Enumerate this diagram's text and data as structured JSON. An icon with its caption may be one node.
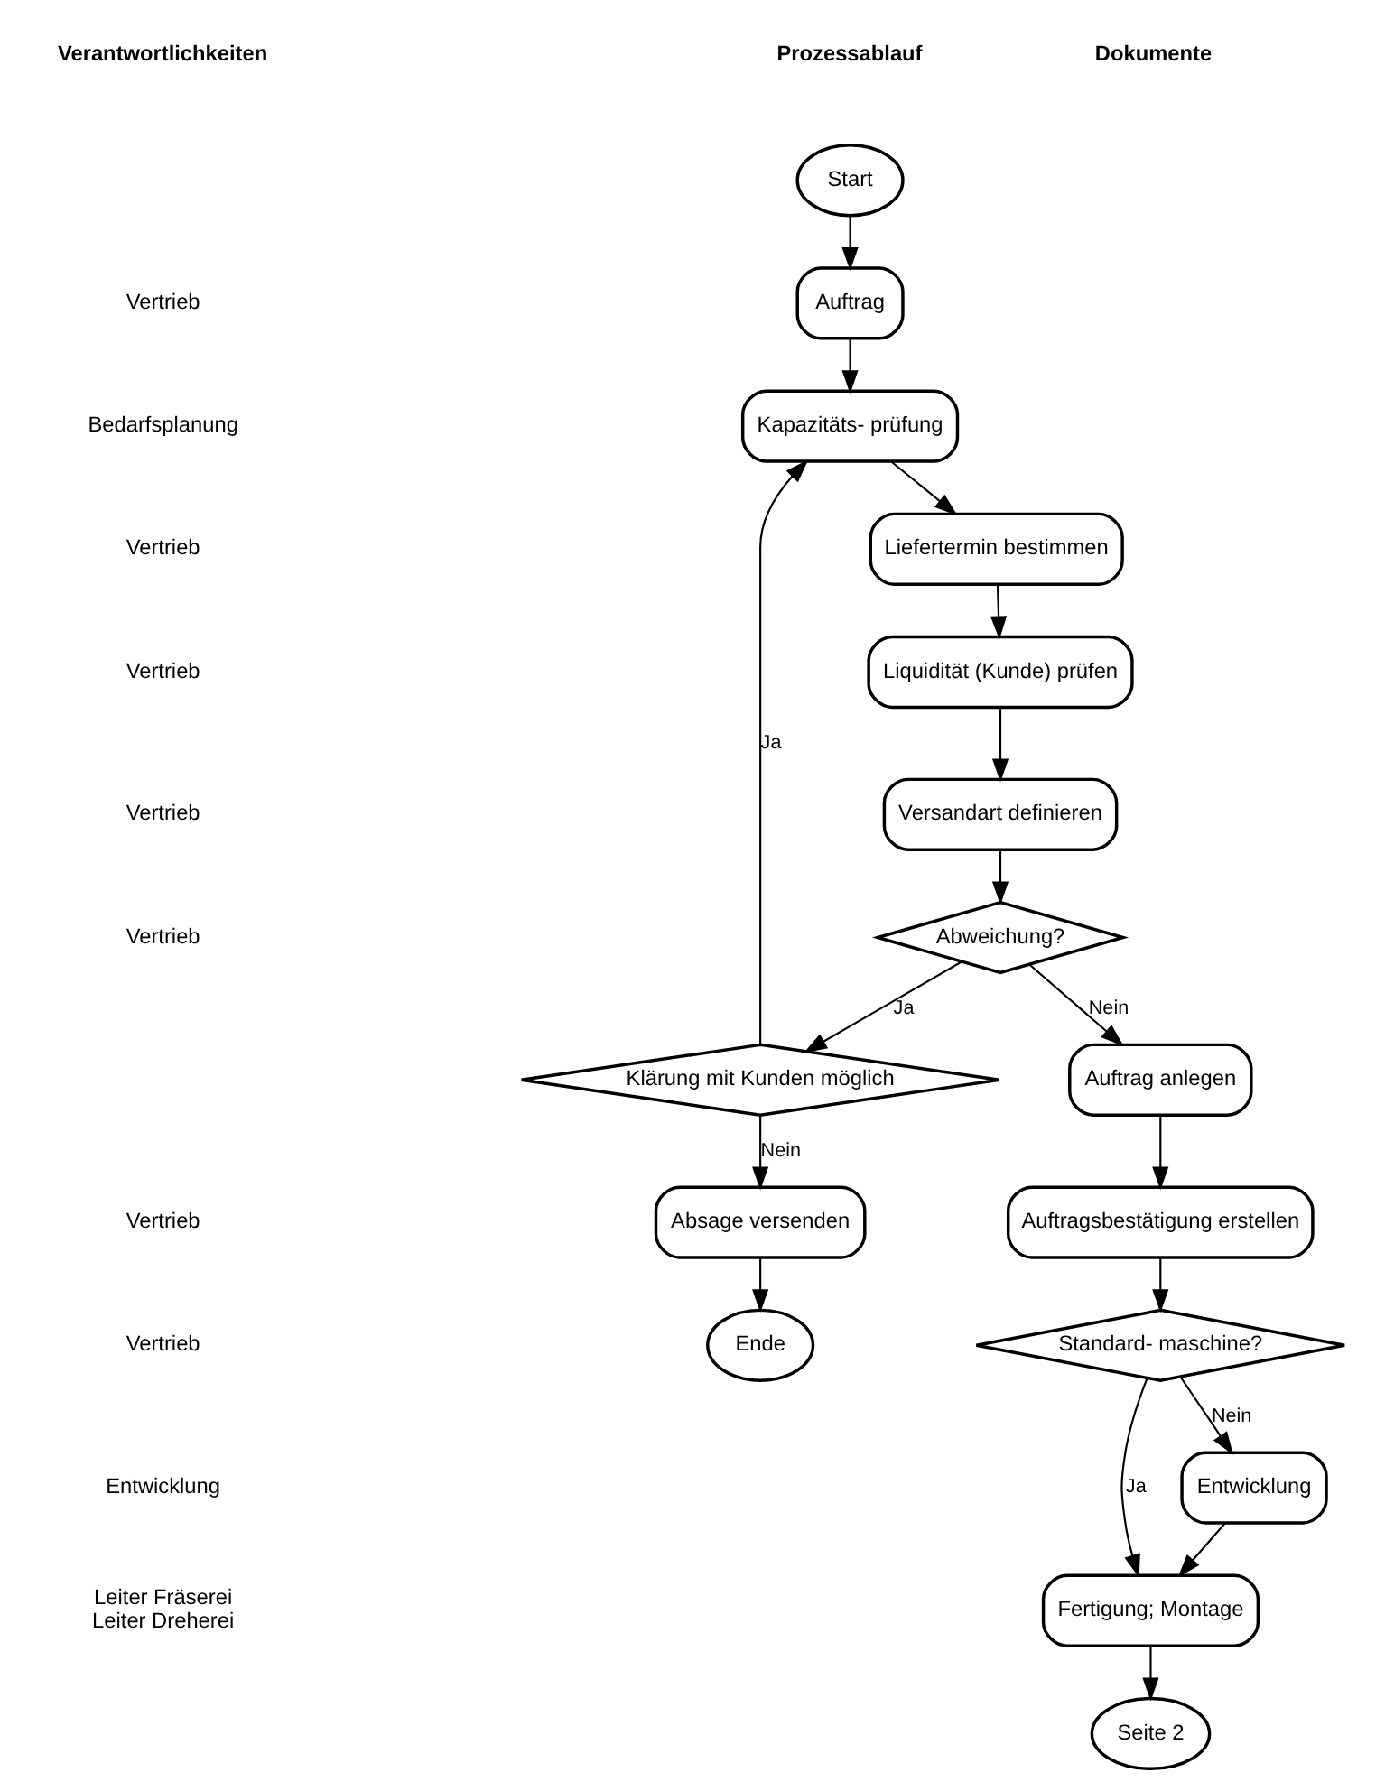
{
  "diagram": {
    "nodes": [
      {
        "text": [
          "Start"
        ]
      },
      {
        "text": [
          "Auftrag"
        ]
      },
      {
        "text": [
          "Kapazitäts- prüfung"
        ]
      },
      {
        "text": [
          "Liefertermin bestimmen"
        ]
      },
      {
        "text": [
          "Liquidität (Kunde) prüfen"
        ]
      },
      {
        "text": [
          "Versandart definieren"
        ]
      },
      {
        "text": [
          "Abweichung?"
        ]
      },
      {
        "text": [
          "Klärung mit Kunden möglich"
        ]
      },
      {
        "text": [
          "Absage versenden"
        ]
      },
      {
        "text": [
          "Ende"
        ]
      },
      {
        "text": [
          "Auftrag anlegen"
        ]
      },
      {
        "text": [
          "Auftragsbestätigung erstellen"
        ]
      },
      {
        "text": [
          "Standard- maschine?"
        ]
      },
      {
        "text": [
          "Entwicklung"
        ]
      },
      {
        "text": [
          "Fertigung; Montage"
        ]
      },
      {
        "text": [
          "Seite 2"
        ]
      }
    ],
    "edges": [
      {
        "from": 0,
        "to": 1,
        "arrow": "to"
      },
      {
        "from": 1,
        "to": 2,
        "arrow": "to"
      },
      {
        "from": 2,
        "to": 3,
        "arrow": "to"
      },
      {
        "from": 3,
        "to": 4,
        "arrow": "to"
      },
      {
        "from": 4,
        "to": 5,
        "arrow": "to"
      },
      {
        "from": 5,
        "to": 6,
        "arrow": "to"
      },
      {
        "from": 6,
        "to": 7,
        "arrow": "to",
        "label": "Ja"
      },
      {
        "from": 7,
        "to": 2,
        "arrow": "to",
        "label": "Ja"
      },
      {
        "from": 7,
        "to": 8,
        "arrow": "to",
        "label": "Nein"
      },
      {
        "from": 8,
        "to": 9,
        "arrow": "to"
      },
      {
        "from": 6,
        "to": 10,
        "arrow": "to",
        "label": "Nein"
      },
      {
        "from": 10,
        "to": 11,
        "arrow": "to"
      },
      {
        "from": 11,
        "to": 12,
        "arrow": "to"
      },
      {
        "from": 12,
        "to": 13,
        "arrow": "to",
        "label": "Nein"
      },
      {
        "from": 12,
        "to": 14,
        "arrow": "to",
        "label": "Ja"
      },
      {
        "from": 13,
        "to": 14,
        "arrow": "to"
      },
      {
        "from": 14,
        "to": 15,
        "arrow": "to"
      }
    ],
    "labels": [
      "Verantwortlichkeiten",
      "Prozessablauf",
      "Dokumente",
      "Vertrieb",
      "Bedarfsplanung",
      "Vertrieb",
      "Vertrieb",
      "Vertrieb",
      "Vertrieb",
      "Vertrieb",
      "Vertrieb",
      "Entwicklung",
      "Leiter Fräserei",
      "Leiter Dreherei"
    ]
  }
}
